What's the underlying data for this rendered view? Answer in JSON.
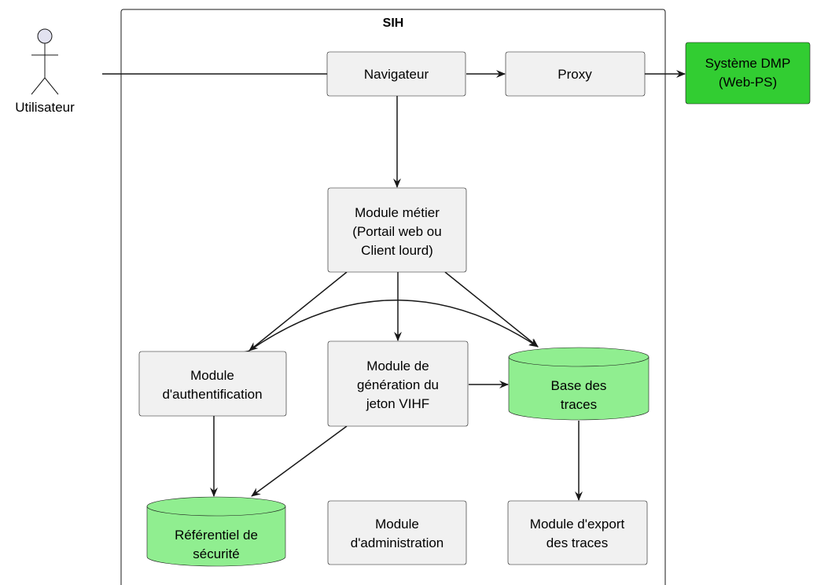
{
  "colors": {
    "component": "#f1f1f1",
    "database": "#90ee90",
    "external": "#32cd32",
    "border": "#181818",
    "actor": "#e2e2f0"
  },
  "actor": {
    "label": "Utilisateur"
  },
  "system": {
    "title": "SIH"
  },
  "nodes": {
    "navigateur": [
      "Navigateur"
    ],
    "proxy": [
      "Proxy"
    ],
    "dmp": [
      "Système DMP",
      "(Web-PS)"
    ],
    "module_metier": [
      "Module métier",
      "(Portail web ou",
      "Client lourd)"
    ],
    "module_auth": [
      "Module",
      "d'authentification"
    ],
    "module_jeton": [
      "Module de",
      "génération du",
      "jeton VIHF"
    ],
    "base_traces": [
      "Base des",
      "traces"
    ],
    "referentiel": [
      "Référentiel de",
      "sécurité"
    ],
    "module_admin": [
      "Module",
      "d'administration"
    ],
    "module_export": [
      "Module d'export",
      "des traces"
    ]
  }
}
